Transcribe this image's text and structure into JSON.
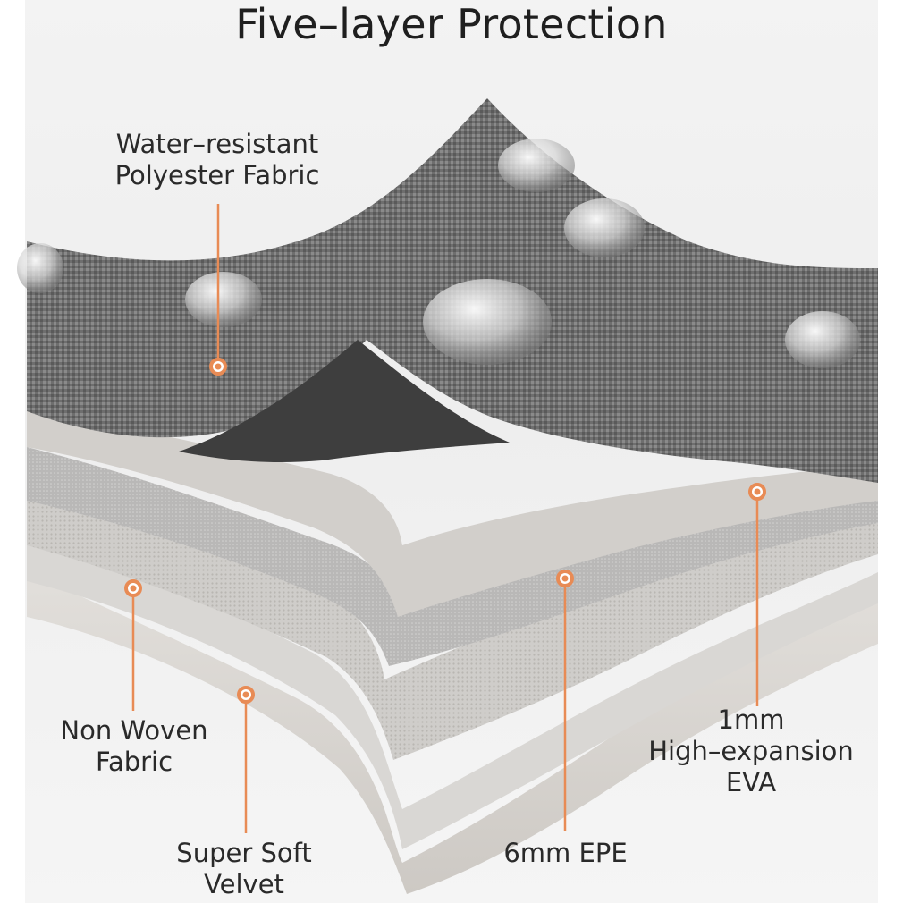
{
  "title": "Five–layer Protection",
  "accent_color": "#e88b55",
  "layers": [
    {
      "id": "outer",
      "lines": [
        "Water–resistant",
        "Polyester Fabric"
      ]
    },
    {
      "id": "eva",
      "lines": [
        "1mm",
        "High–expansion",
        "EVA"
      ]
    },
    {
      "id": "epe",
      "lines": [
        "6mm EPE"
      ]
    },
    {
      "id": "nonwoven",
      "lines": [
        "Non Woven",
        "Fabric"
      ]
    },
    {
      "id": "velvet",
      "lines": [
        "Super Soft",
        "Velvet"
      ]
    }
  ]
}
